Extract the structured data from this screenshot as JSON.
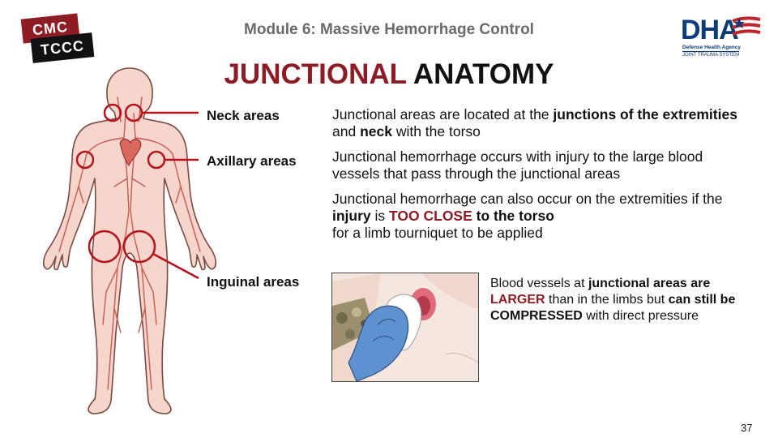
{
  "header": {
    "logo_line1": "CMC",
    "logo_line2": "TCCC",
    "module_title": "Module 6: Massive Hemorrhage Control",
    "dha_letters": "DHA",
    "dha_agency": "Defense Health Agency",
    "dha_system": "JOINT TRAUMA SYSTEM"
  },
  "title": {
    "part1": "JUNCTIONAL",
    "part2": " ANATOMY"
  },
  "labels": {
    "neck": "Neck areas",
    "axillary": "Axillary areas",
    "inguinal": "Inguinal areas"
  },
  "paragraphs": {
    "p1_a": "Junctional areas are located at the ",
    "p1_b": "junctions of the extremities",
    "p1_c": " and ",
    "p1_d": "neck",
    "p1_e": " with the torso",
    "p2": "Junctional hemorrhage occurs with injury to the large blood vessels that pass through the junctional areas",
    "p3_a": "Junctional hemorrhage can also occur on the extremities if the ",
    "p3_b": "injury",
    "p3_c": " is ",
    "p3_d": "TOO CLOSE",
    "p3_e": " to the torso",
    "p3_f": " for a limb tourniquet to be applied"
  },
  "caption": {
    "a": "Blood vessels at ",
    "b": "junctional areas are",
    "c": "LARGER",
    "d": " than in the limbs but ",
    "e": "can still be COMPRESSED",
    "f": " with direct pressure"
  },
  "page_number": "37",
  "colors": {
    "accent_red": "#8e1c24",
    "dha_blue": "#0f3b77",
    "skin": "#f6d5cc",
    "vessel": "#c8584f"
  }
}
